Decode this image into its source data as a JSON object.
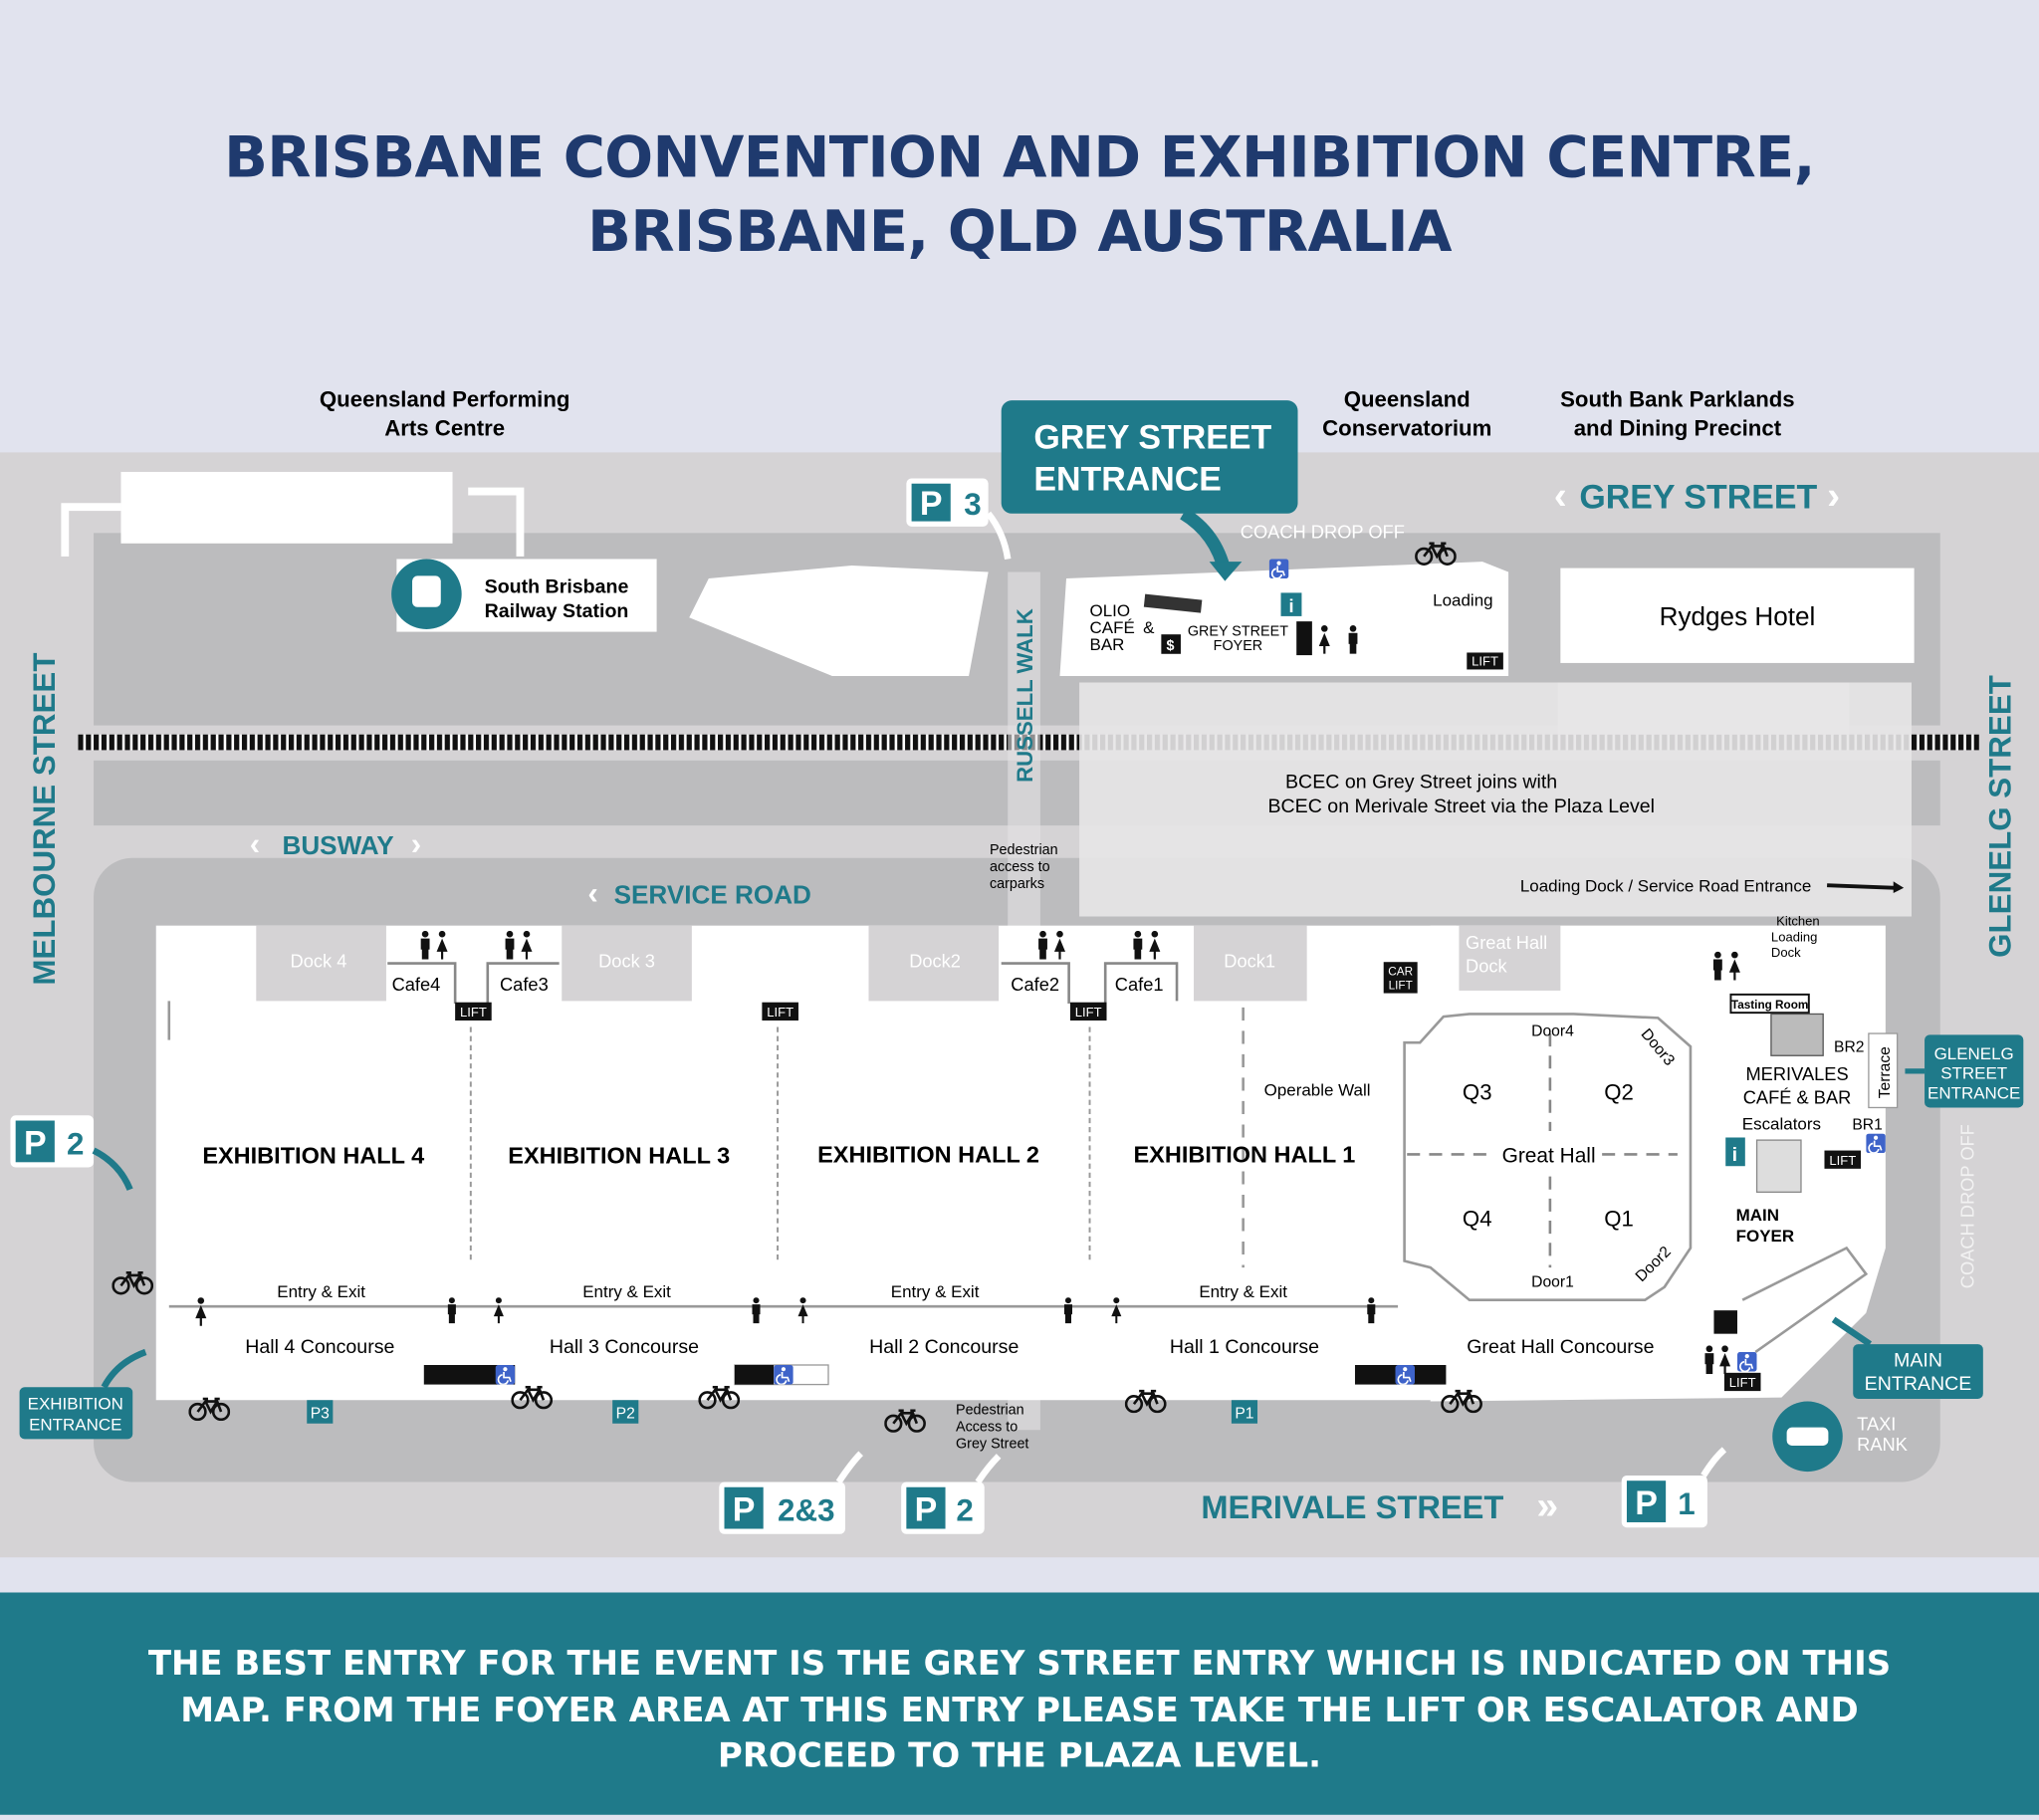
{
  "title": {
    "line1": "BRISBANE CONVENTION AND EXHIBITION CENTRE,",
    "line2": "BRISBANE, QLD AUSTRALIA"
  },
  "colors": {
    "teal": "#1f7a8a",
    "navy": "#1f3a6e",
    "background": "#e1e3ee",
    "map_gray": "#d5d3d5",
    "road_gray": "#bcbcbe"
  },
  "neighbours": {
    "qpac": [
      "Queensland Performing",
      "Arts Centre"
    ],
    "conservatorium": [
      "Queensland",
      "Conservatorium"
    ],
    "southbank": [
      "South Bank Parklands",
      "and Dining Precinct"
    ],
    "railway": [
      "South Brisbane",
      "Railway Station"
    ],
    "rydges": "Rydges Hotel"
  },
  "streets": {
    "grey": "GREY STREET",
    "melbourne": "MELBOURNE STREET",
    "glenelg": "GLENELG STREET",
    "merivale": "MERIVALE STREET",
    "busway": "BUSWAY",
    "service_road": "SERVICE ROAD",
    "russell_walk": "RUSSELL WALK",
    "coach_drop_off": "COACH DROP OFF"
  },
  "entrances": {
    "grey_street": [
      "GREY STREET",
      "ENTRANCE"
    ],
    "glenelg": [
      "GLENELG",
      "STREET",
      "ENTRANCE"
    ],
    "main": [
      "MAIN",
      "ENTRANCE"
    ],
    "exhibition": [
      "EXHIBITION",
      "ENTRANCE"
    ],
    "taxi": [
      "TAXI",
      "RANK"
    ]
  },
  "parking": {
    "p_letter": "P",
    "p3_top": "3",
    "p2_left": "2",
    "p23": "2&3",
    "p2_bottom": "2",
    "p1": "1",
    "small": [
      "P3",
      "P2",
      "P1"
    ]
  },
  "grey_foyer": {
    "olio": [
      "OLIO",
      "CAFÉ",
      "BAR"
    ],
    "amp": "&",
    "foyer": [
      "GREY STREET",
      "FOYER"
    ],
    "loading": "Loading",
    "lift": "LIFT"
  },
  "notes": {
    "plaza": [
      "BCEC on Grey Street joins with",
      "BCEC on Merivale Street via the Plaza Level"
    ],
    "ped_carparks": [
      "Pedestrian",
      "access to",
      "carparks"
    ],
    "ped_grey": [
      "Pedestrian",
      "Access to",
      "Grey Street"
    ],
    "loading_entrance": "Loading Dock / Service Road Entrance",
    "kitchen": [
      "Kitchen",
      "Loading",
      "Dock"
    ]
  },
  "halls": [
    "EXHIBITION HALL 4",
    "EXHIBITION HALL 3",
    "EXHIBITION HALL 2",
    "EXHIBITION HALL 1"
  ],
  "concourses": [
    "Hall 4 Concourse",
    "Hall 3 Concourse",
    "Hall 2 Concourse",
    "Hall 1 Concourse",
    "Great Hall Concourse"
  ],
  "entry_exit": "Entry & Exit",
  "docks": [
    "Dock 4",
    "Dock 3",
    "Dock2",
    "Dock1"
  ],
  "great_hall_dock": [
    "Great Hall",
    "Dock"
  ],
  "cafes": [
    "Cafe4",
    "Cafe3",
    "Cafe2",
    "Cafe1"
  ],
  "lift": "LIFT",
  "car_lift": [
    "CAR",
    "LIFT"
  ],
  "operable_wall": "Operable Wall",
  "great_hall": {
    "name": "Great Hall",
    "quadrants": [
      "Q1",
      "Q2",
      "Q3",
      "Q4"
    ],
    "doors": [
      "Door1",
      "Door2",
      "Door3",
      "Door4"
    ]
  },
  "east_wing": {
    "merivales": [
      "MERIVALES",
      "CAFÉ & BAR"
    ],
    "tasting": "Tasting Room",
    "br1": "BR1",
    "br2": "BR2",
    "terrace": "Terrace",
    "escalators": "Escalators",
    "main_foyer": [
      "MAIN",
      "FOYER"
    ]
  },
  "footer": [
    "THE BEST ENTRY FOR THE EVENT IS THE GREY STREET ENTRY WHICH IS INDICATED ON THIS",
    "MAP. FROM THE FOYER AREA AT THIS ENTRY PLEASE TAKE THE LIFT OR ESCALATOR AND",
    "PROCEED TO THE PLAZA LEVEL."
  ]
}
